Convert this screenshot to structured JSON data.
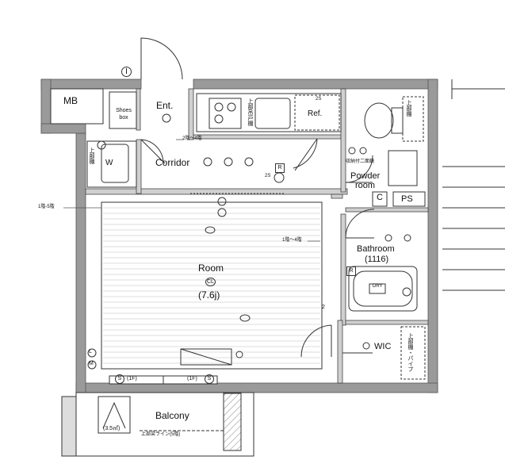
{
  "rooms": {
    "mb": "MB",
    "shoes_box_line1": "Shoes",
    "shoes_box_line2": "box",
    "entrance": "Ent.",
    "washer": "W",
    "corridor": "Corridor",
    "refrigerator": "Ref.",
    "powder_line1": "Powder",
    "powder_line2": "room",
    "closet_c": "C",
    "pipe_space": "PS",
    "bathroom": "Bathroom",
    "bathroom_size": "(1116)",
    "main_room": "Room",
    "main_room_cl": "CL",
    "main_room_size": "(7.6j)",
    "wic": "WIC",
    "balcony": "Balcony"
  },
  "annotations": {
    "floor_2_4_top": "2階～4階",
    "floor_1_5_left": "1階-5階",
    "floor_1_4_right": "1階～4階",
    "storage_2f": "収納付二面鏡",
    "upper_storage": "上部吊戸棚",
    "upper_shelf": "上部棚",
    "upper_shelf_pipe": "上部棚・パイプ",
    "sash_left": "(1F)",
    "sash_right": "(1F)",
    "balcony_area": "(3.5㎡)",
    "balcony_line": "上部梁ライン(5階)",
    "mark_i": "I",
    "mark_r1": "R",
    "mark_r2": "R",
    "mark_s1": "S",
    "mark_s2": "S",
    "mark_l": "L",
    "mark_m": "M",
    "mark_2s_a": "2S",
    "mark_2s_b": "2S",
    "mark_2_door": "2",
    "dry_label": "DRY"
  }
}
